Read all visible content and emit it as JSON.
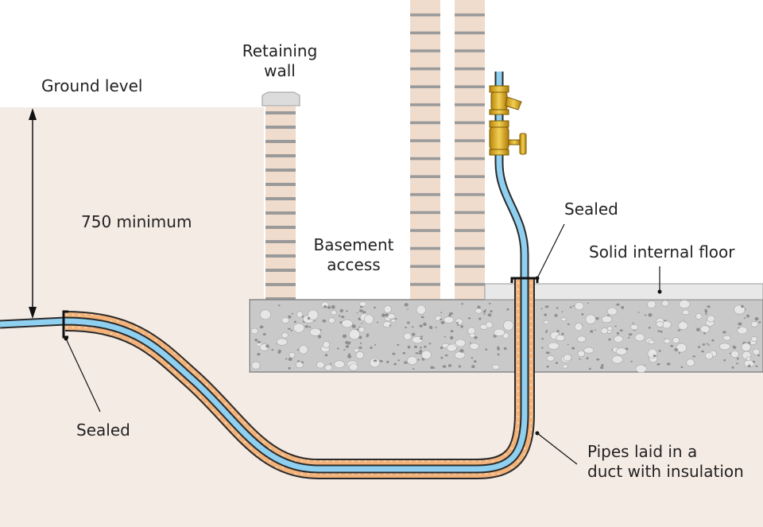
{
  "labels": {
    "retaining_wall_line1": "Retaining",
    "retaining_wall_line2": "wall",
    "ground_level": "Ground level",
    "min_depth": "750 minimum",
    "basement_access_line1": "Basement",
    "basement_access_line2": "access",
    "sealed_top": "Sealed",
    "solid_internal_floor": "Solid internal floor",
    "sealed_left": "Sealed",
    "duct_line1": "Pipes laid in a",
    "duct_line2": "duct with insulation"
  },
  "colors": {
    "ground": "#f5ebe5",
    "brick": "#f0dccd",
    "mortar": "#9a9a9a",
    "concrete": "#c9c9c9",
    "floor_finish": "#e8e8e8",
    "water_pipe": "#8fd0f0",
    "insulation": "#f2b279",
    "brass_valve": "#d9a520"
  },
  "icons": [
    "stop-valve-icon",
    "double-check-valve-icon"
  ]
}
